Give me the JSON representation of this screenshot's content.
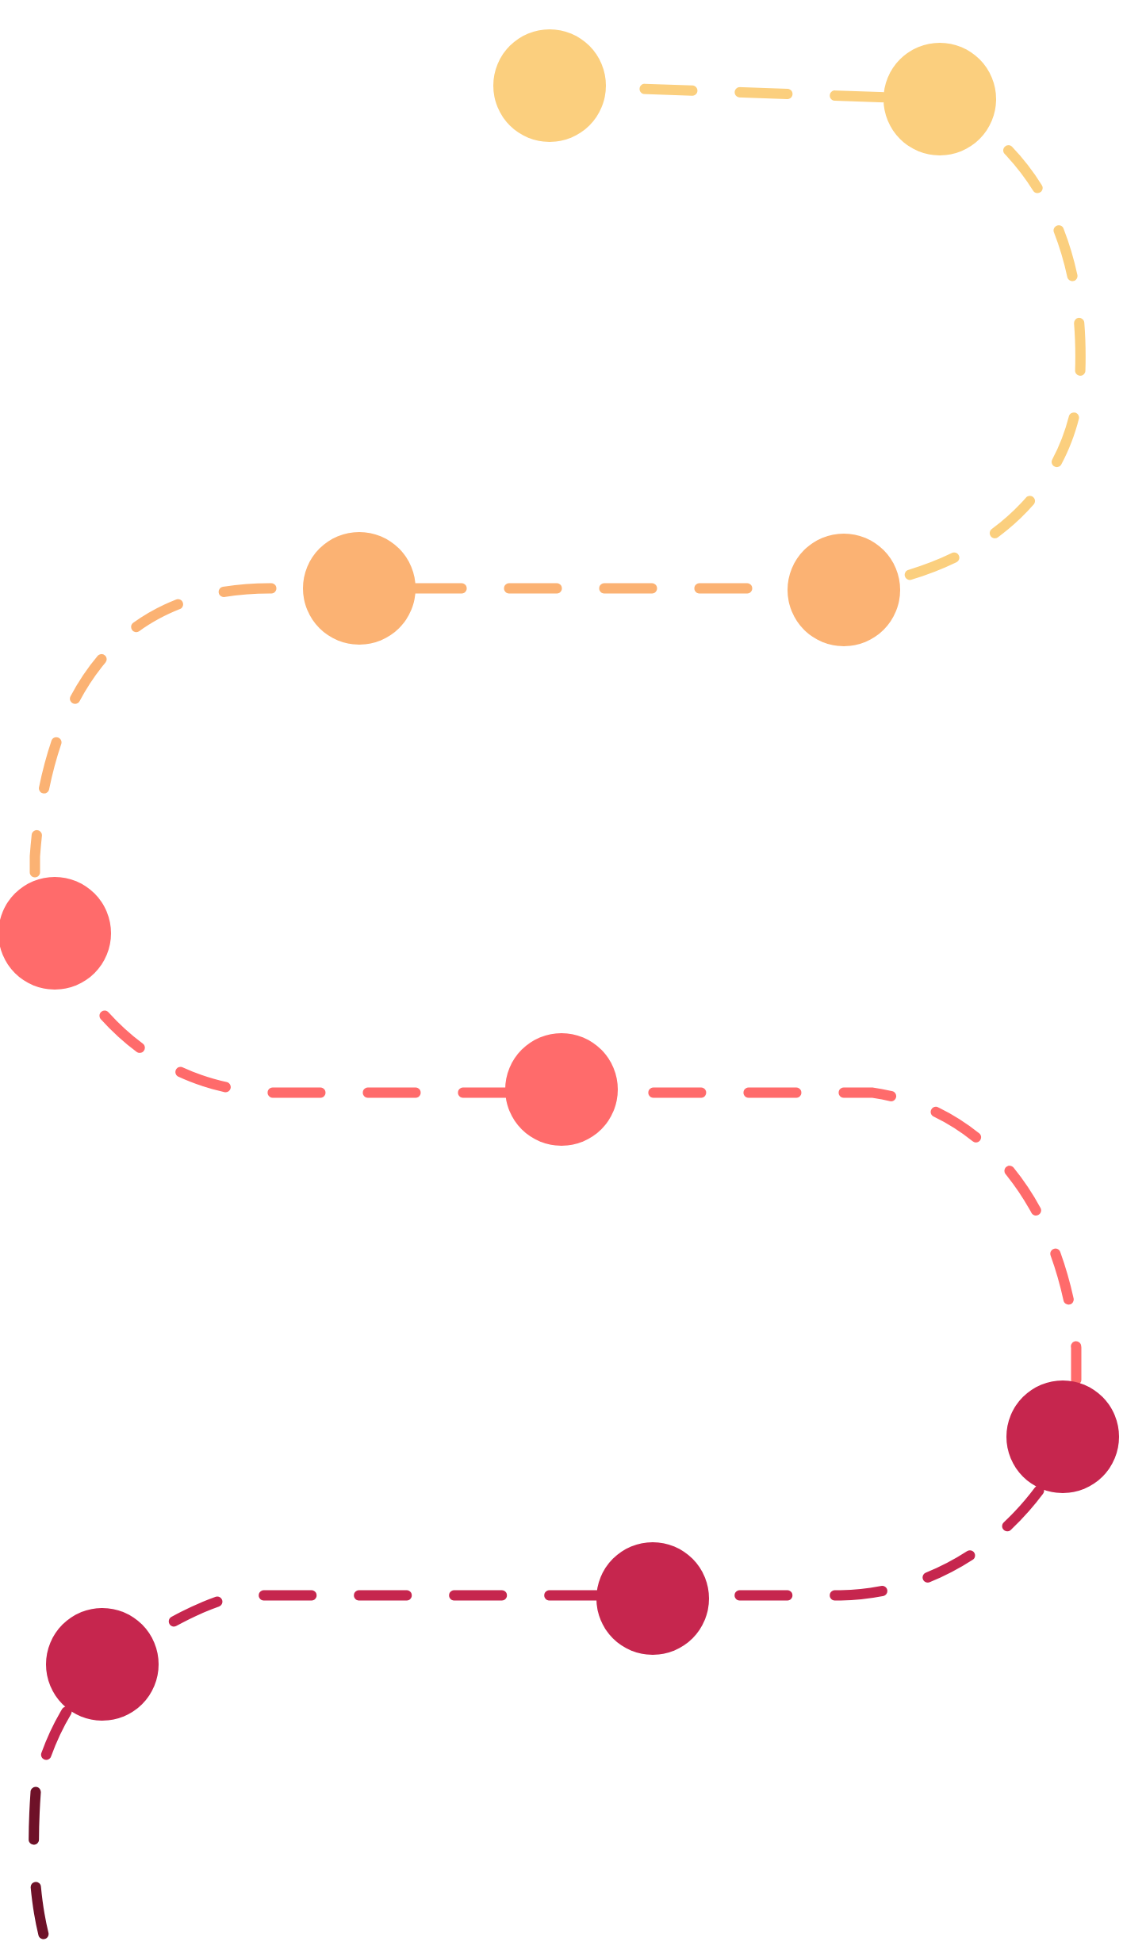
{
  "diagram": {
    "type": "winding dashed path with milestone dots",
    "background_color": "#ffffff",
    "colors": {
      "yellow": "#FBCF7E",
      "orange": "#FBB273",
      "coral": "#FF6B6B",
      "crimson": "#C6264E",
      "maroon": "#6E1128"
    },
    "segments": [
      {
        "name": "segment-top",
        "color_key": "yellow"
      },
      {
        "name": "segment-upper-middle",
        "color_key": "orange"
      },
      {
        "name": "segment-middle",
        "color_key": "coral"
      },
      {
        "name": "segment-lower-middle",
        "color_key": "crimson"
      },
      {
        "name": "segment-bottom",
        "color_key": "maroon"
      }
    ],
    "milestones": [
      {
        "name": "milestone-1",
        "color_key": "yellow"
      },
      {
        "name": "milestone-2",
        "color_key": "yellow"
      },
      {
        "name": "milestone-3",
        "color_key": "orange"
      },
      {
        "name": "milestone-4",
        "color_key": "orange"
      },
      {
        "name": "milestone-5",
        "color_key": "coral"
      },
      {
        "name": "milestone-6",
        "color_key": "coral"
      },
      {
        "name": "milestone-7",
        "color_key": "crimson"
      },
      {
        "name": "milestone-8",
        "color_key": "crimson"
      },
      {
        "name": "milestone-9",
        "color_key": "crimson"
      }
    ]
  }
}
